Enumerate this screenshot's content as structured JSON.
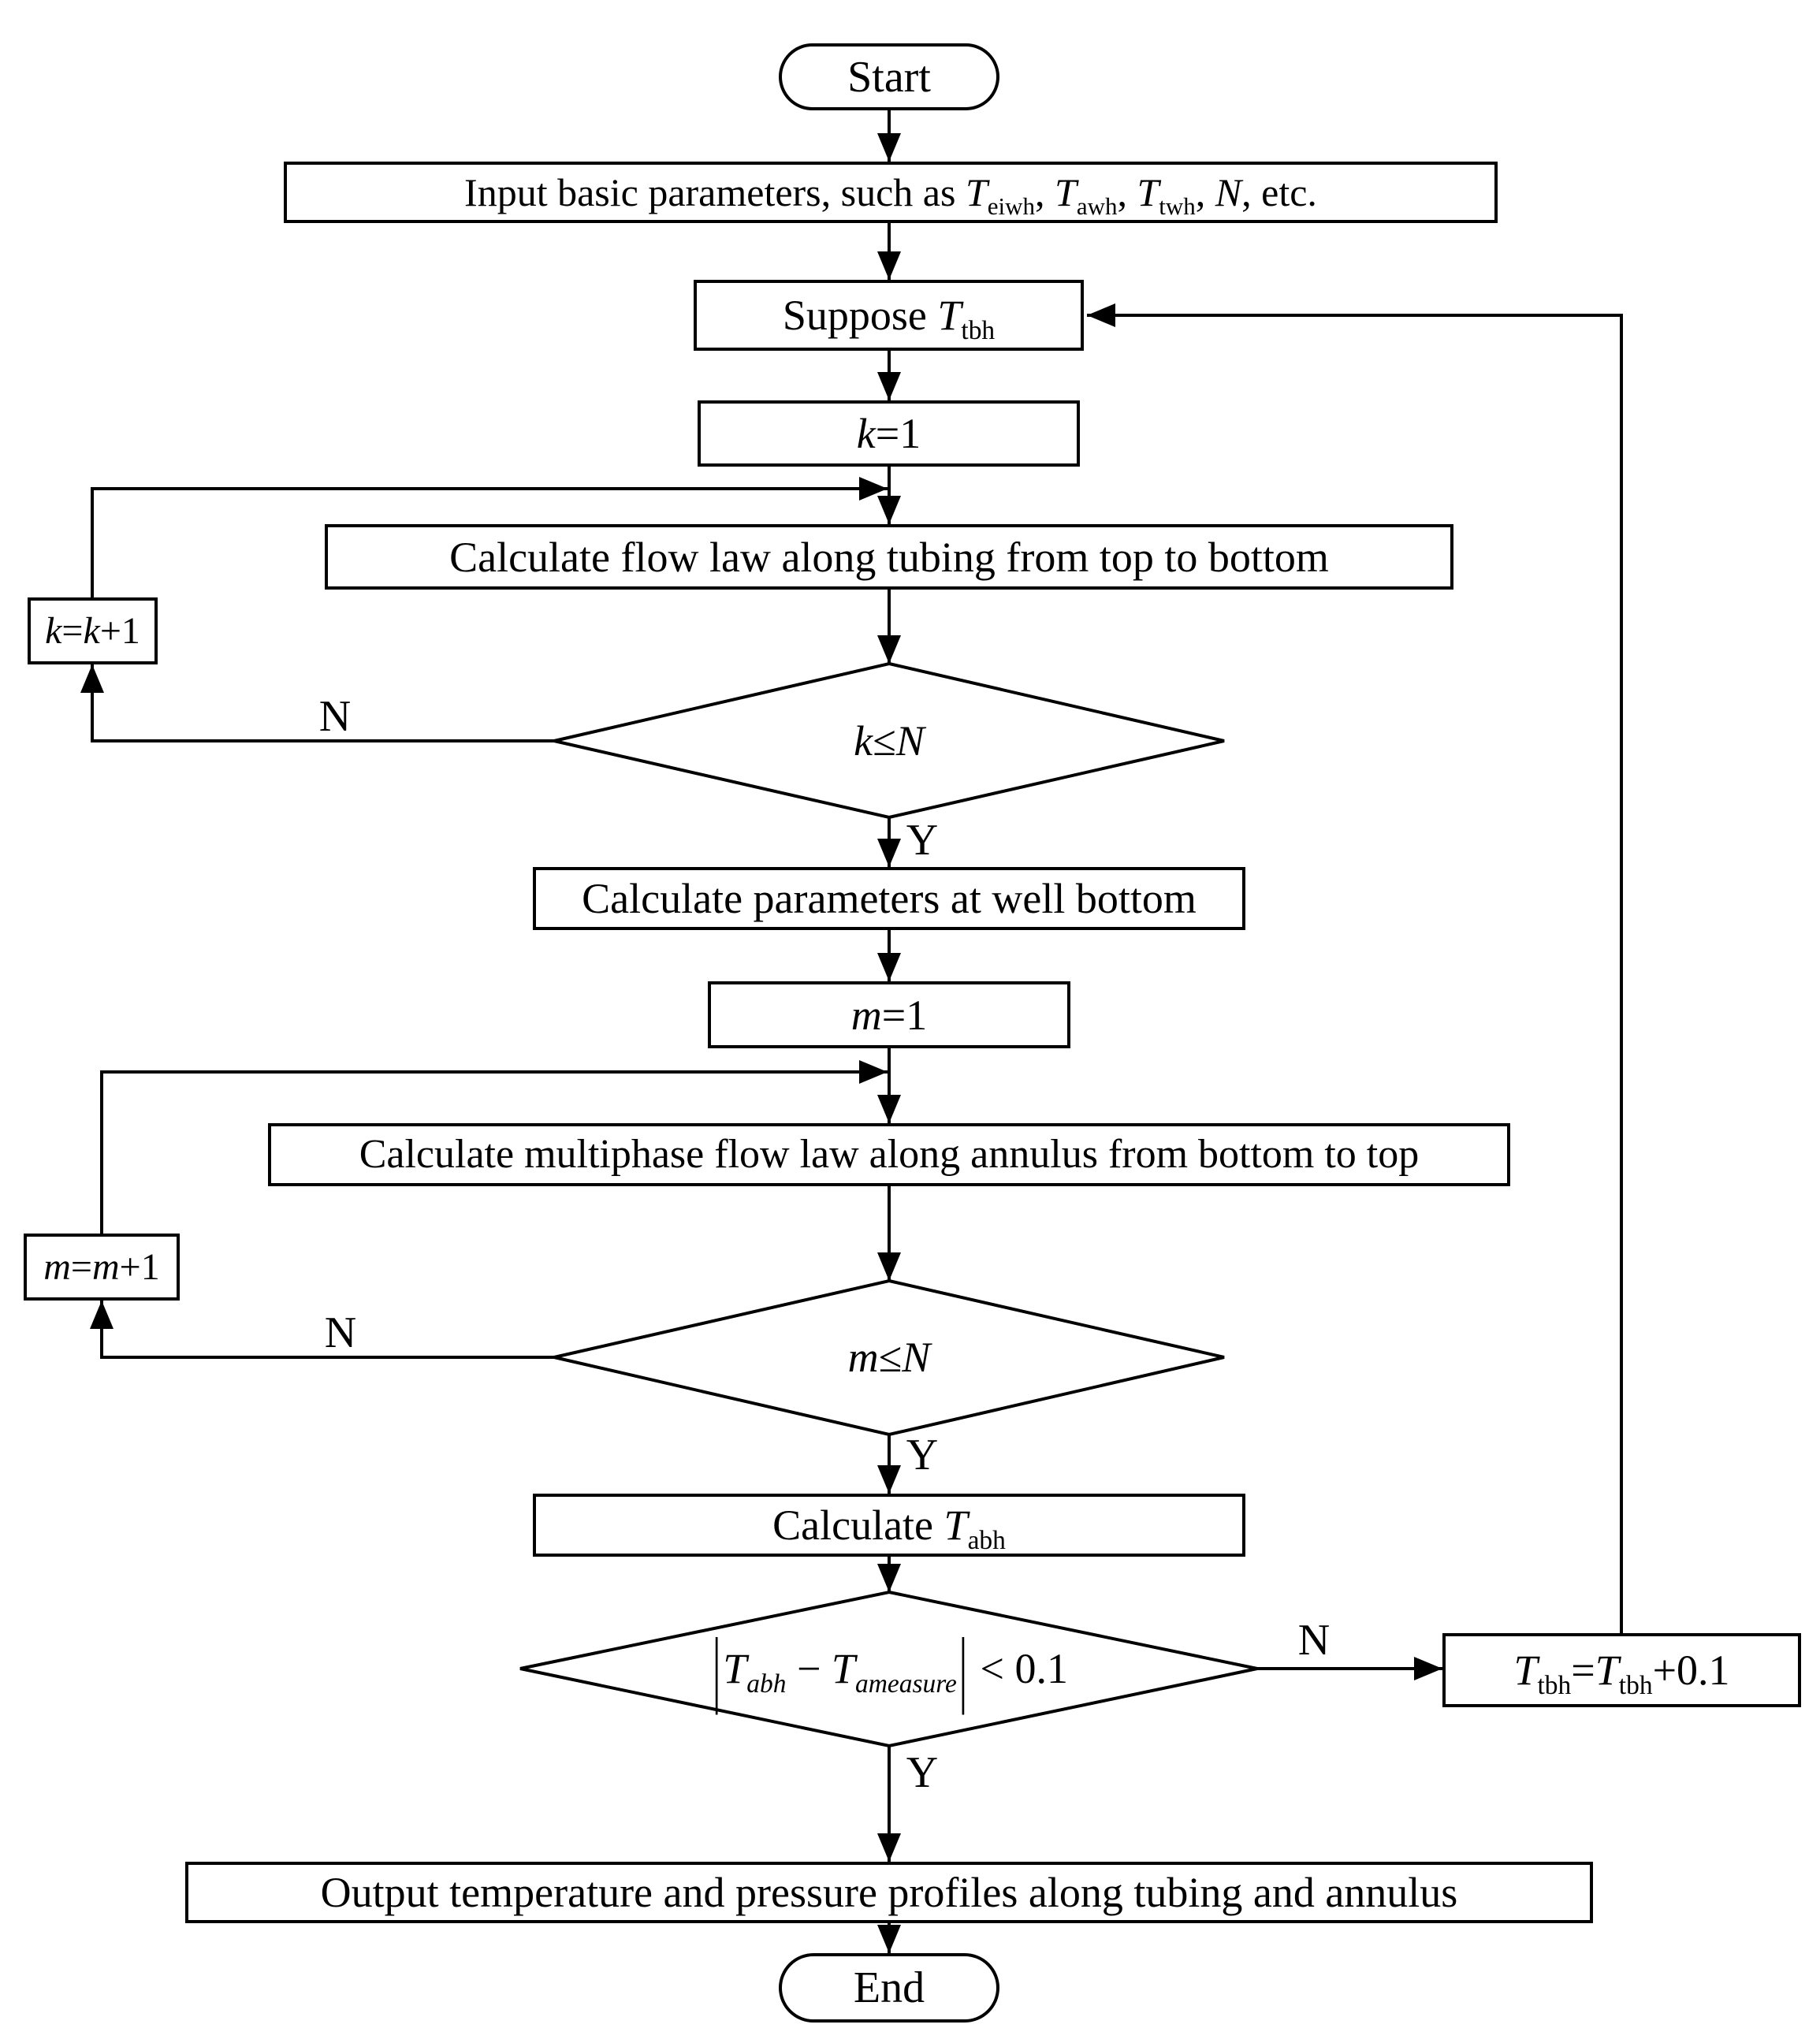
{
  "diagram": {
    "background": "#ffffff",
    "stroke": "#000000"
  },
  "nodes": {
    "start": {
      "type": "terminator",
      "label": "Start"
    },
    "input": {
      "type": "process",
      "parts": [
        {
          "t": "Input basic parameters, such as ",
          "s": "n"
        },
        {
          "t": "T",
          "s": "i"
        },
        {
          "t": "eiwh",
          "s": "sub"
        },
        {
          "t": ", ",
          "s": "n"
        },
        {
          "t": "T",
          "s": "i"
        },
        {
          "t": "awh",
          "s": "sub"
        },
        {
          "t": ", ",
          "s": "n"
        },
        {
          "t": "T",
          "s": "i"
        },
        {
          "t": "twh",
          "s": "sub"
        },
        {
          "t": ", ",
          "s": "n"
        },
        {
          "t": "N",
          "s": "i"
        },
        {
          "t": ", etc.",
          "s": "n"
        }
      ]
    },
    "suppose": {
      "type": "process",
      "parts": [
        {
          "t": "Suppose ",
          "s": "n"
        },
        {
          "t": "T",
          "s": "i"
        },
        {
          "t": "tbh",
          "s": "sub"
        }
      ]
    },
    "k_init": {
      "type": "process",
      "parts": [
        {
          "t": "k",
          "s": "i"
        },
        {
          "t": "=1",
          "s": "n"
        }
      ]
    },
    "calc_tubing": {
      "type": "process",
      "parts": [
        {
          "t": "Calculate flow law along tubing from top to bottom",
          "s": "n"
        }
      ]
    },
    "k_inc": {
      "type": "process",
      "parts": [
        {
          "t": "k",
          "s": "i"
        },
        {
          "t": "=",
          "s": "n"
        },
        {
          "t": "k",
          "s": "i"
        },
        {
          "t": "+1",
          "s": "n"
        }
      ]
    },
    "k_check": {
      "type": "decision",
      "parts": [
        {
          "t": "k",
          "s": "i"
        },
        {
          "t": "≤",
          "s": "n"
        },
        {
          "t": "N",
          "s": "i"
        }
      ]
    },
    "calc_bottom": {
      "type": "process",
      "parts": [
        {
          "t": "Calculate parameters at well bottom",
          "s": "n"
        }
      ]
    },
    "m_init": {
      "type": "process",
      "parts": [
        {
          "t": "m",
          "s": "i"
        },
        {
          "t": "=1",
          "s": "n"
        }
      ]
    },
    "calc_annulus": {
      "type": "process",
      "parts": [
        {
          "t": "Calculate multiphase flow law along annulus from bottom to top",
          "s": "n"
        }
      ]
    },
    "m_inc": {
      "type": "process",
      "parts": [
        {
          "t": "m",
          "s": "i"
        },
        {
          "t": "=",
          "s": "n"
        },
        {
          "t": "m",
          "s": "i"
        },
        {
          "t": "+1",
          "s": "n"
        }
      ]
    },
    "m_check": {
      "type": "decision",
      "parts": [
        {
          "t": "m",
          "s": "i"
        },
        {
          "t": "≤",
          "s": "n"
        },
        {
          "t": "N",
          "s": "i"
        }
      ]
    },
    "calc_tabh": {
      "type": "process",
      "parts": [
        {
          "t": "Calculate ",
          "s": "n"
        },
        {
          "t": "T",
          "s": "i"
        },
        {
          "t": "abh",
          "s": "sub"
        }
      ]
    },
    "tol_check": {
      "type": "decision",
      "parts": [
        {
          "t": "|",
          "s": "bar"
        },
        {
          "t": "T",
          "s": "i"
        },
        {
          "t": "abh",
          "s": "subi"
        },
        {
          "t": " − ",
          "s": "n"
        },
        {
          "t": "T",
          "s": "i"
        },
        {
          "t": "ameasure",
          "s": "subi"
        },
        {
          "t": "|",
          "s": "bar"
        },
        {
          "t": " < 0.1",
          "s": "n"
        }
      ]
    },
    "t_update": {
      "type": "process",
      "parts": [
        {
          "t": "T",
          "s": "i"
        },
        {
          "t": "tbh",
          "s": "sub"
        },
        {
          "t": "=",
          "s": "n"
        },
        {
          "t": "T",
          "s": "i"
        },
        {
          "t": "tbh",
          "s": "sub"
        },
        {
          "t": "+0.1",
          "s": "n"
        }
      ]
    },
    "output": {
      "type": "process",
      "parts": [
        {
          "t": "Output temperature and pressure profiles along tubing and annulus",
          "s": "n"
        }
      ]
    },
    "end": {
      "type": "terminator",
      "label": "End"
    }
  },
  "edge_labels": {
    "k_no": "N",
    "k_yes": "Y",
    "m_no": "N",
    "m_yes": "Y",
    "tol_no": "N",
    "tol_yes": "Y"
  }
}
